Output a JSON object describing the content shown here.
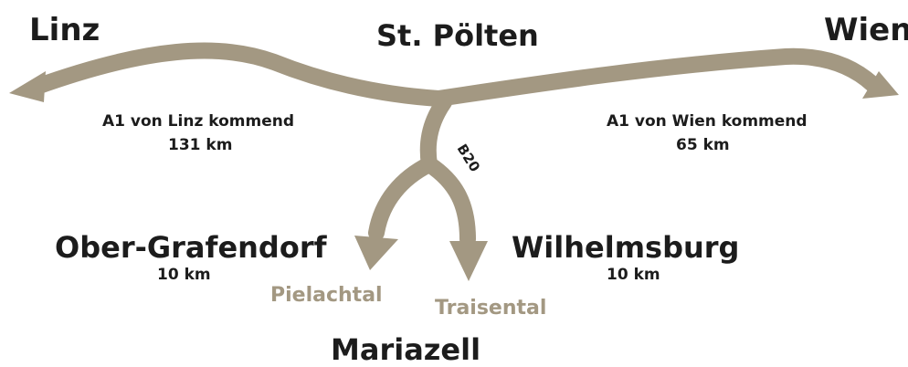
{
  "colors": {
    "road": "#a39882",
    "text": "#1c1c1c",
    "background": "#ffffff"
  },
  "cities": {
    "linz": "Linz",
    "st_poelten": "St. Pölten",
    "wien": "Wien",
    "ober_grafendorf": "Ober-Grafendorf",
    "wilhelmsburg": "Wilhelmsburg",
    "mariazell": "Mariazell"
  },
  "routes": {
    "from_linz": {
      "label": "A1 von Linz kommend",
      "distance": "131 km"
    },
    "from_wien": {
      "label": "A1 von Wien kommend",
      "distance": "65 km"
    },
    "ober_grafendorf_distance": "10 km",
    "wilhelmsburg_distance": "10 km"
  },
  "road_label": "B20",
  "valleys": {
    "pielachtal": "Pielachtal",
    "traisental": "Traisental"
  }
}
